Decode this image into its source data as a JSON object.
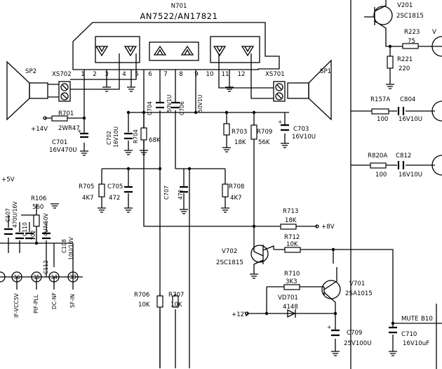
{
  "ic": {
    "ref": "N701",
    "part": "AN7522/AN17821",
    "pins": [
      "1",
      "2",
      "3",
      "4",
      "5",
      "6",
      "7",
      "8",
      "9",
      "10",
      "11",
      "12"
    ]
  },
  "speakers": {
    "left": "SP2",
    "right": "SP1"
  },
  "connectors": {
    "left": "XS702",
    "right": "XS701"
  },
  "supply": {
    "v14": "+14V",
    "v8": "+8V",
    "v12": "+12V",
    "v5": "+5V"
  },
  "parts": {
    "r701": {
      "ref": "R701",
      "val": "2WR47"
    },
    "c701": {
      "ref": "C701",
      "val": "16V470U"
    },
    "c702": {
      "ref": "C702",
      "val": "16V10U"
    },
    "r704": {
      "ref": "R704",
      "val": "68K"
    },
    "c704": {
      "ref": "C704",
      "val": "50V1U"
    },
    "c706": {
      "ref": "C706",
      "val": "50V1U"
    },
    "r703": {
      "ref": "R703",
      "val": "18K"
    },
    "r709": {
      "ref": "R709",
      "val": "56K"
    },
    "c703": {
      "ref": "C703",
      "val": "16V10U"
    },
    "r705": {
      "ref": "R705",
      "val": "4K7"
    },
    "c705": {
      "ref": "C705",
      "val": "472"
    },
    "c707": {
      "ref": "C707",
      "val": "472"
    },
    "r708": {
      "ref": "R708",
      "val": "4K7"
    },
    "r713": {
      "ref": "R713",
      "val": "18K"
    },
    "r712": {
      "ref": "R712",
      "val": "10K"
    },
    "v702": {
      "ref": "V702",
      "val": "2SC1815"
    },
    "r710": {
      "ref": "R710",
      "val": "3K3"
    },
    "v701": {
      "ref": "V701",
      "val": "2SA1015"
    },
    "vd701": {
      "ref": "VD701",
      "val": "4148"
    },
    "r706": {
      "ref": "R706",
      "val": "10K"
    },
    "r707": {
      "ref": "R707",
      "val": "10K"
    },
    "c709": {
      "ref": "C709",
      "val": "25V100U"
    },
    "c710": {
      "ref": "C710",
      "val": "16V10uF"
    },
    "v201": {
      "ref": "V201",
      "val": "2SC1815"
    },
    "r223": {
      "ref": "R223",
      "val": "75"
    },
    "r221": {
      "ref": "R221",
      "val": "220"
    },
    "r157a": {
      "ref": "R157A",
      "val": "100"
    },
    "c804": {
      "ref": "C804",
      "val": "16V10U"
    },
    "r820a": {
      "ref": "R820A",
      "val": "100"
    },
    "c812": {
      "ref": "C812",
      "val": "16V10U"
    },
    "r106": {
      "ref": "R106",
      "val": "560"
    },
    "c107": {
      "ref": "C107",
      "val": "470U/16V"
    },
    "c110": {
      "ref": "C110",
      "val": "102"
    },
    "c112": {
      "ref": "C112",
      "val": "4U7/50V"
    },
    "c108": {
      "ref": "C108",
      "val": "10U/16V"
    }
  },
  "pins_left": [
    {
      "num": "36",
      "name": "IF-VCC5V"
    },
    {
      "num": "35",
      "name": "PIF-PLL"
    },
    {
      "num": "34",
      "name": "DC-NF"
    },
    {
      "num": "33",
      "name": "SF-IN"
    }
  ],
  "mute": {
    "label": "MUTE",
    "ref": "B10"
  },
  "v_partial": "V"
}
